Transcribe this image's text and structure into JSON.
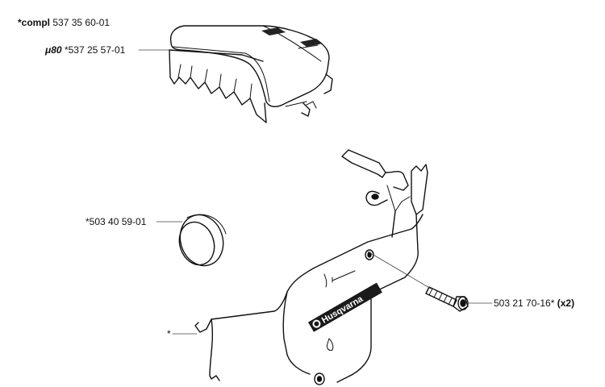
{
  "labels": {
    "compl_prefix": "*compl",
    "compl_number": "537 35 60-01",
    "mu_prefix": "μ80",
    "mu_number": "*537 25 57-01",
    "plug": "*503 40 59-01",
    "screw_number": "503 21 70-16*",
    "screw_qty": "(x2)",
    "star": "*"
  },
  "brand_text": "Husqvarna",
  "colors": {
    "line": "#111111",
    "leader": "#444444",
    "background": "#ffffff"
  }
}
